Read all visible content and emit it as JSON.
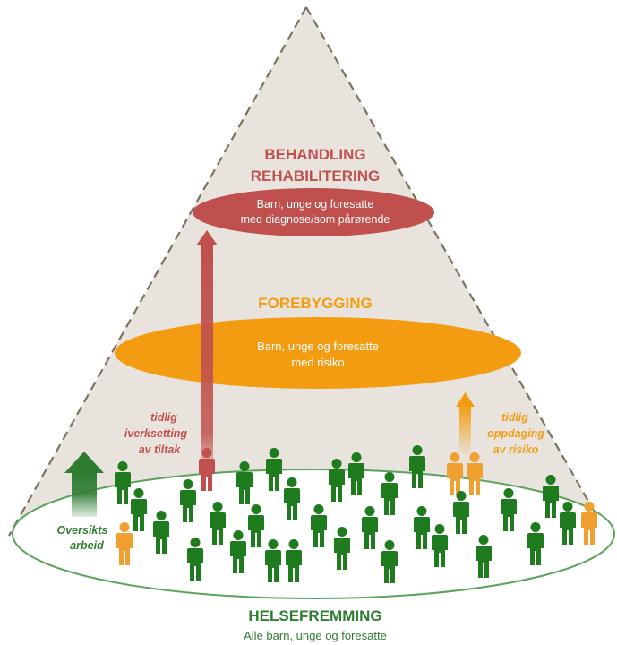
{
  "colors": {
    "pyramid_fill": "#e8e4dd",
    "pyramid_edge": "#7a735f",
    "treatment": "#c0504d",
    "prevention": "#f39c12",
    "promotion": "#2e7d32",
    "person_green": "#1e7b1e",
    "person_orange": "#f0a030",
    "person_red": "#c0504d"
  },
  "levels": {
    "treatment": {
      "heading_line1": "BEHANDLING",
      "heading_line2": "REHABILITERING",
      "ellipse_line1": "Barn, unge og foresatte",
      "ellipse_line2": "med diagnose/som pårørende"
    },
    "prevention": {
      "heading": "FOREBYGGING",
      "ellipse_line1": "Barn, unge og foresatte",
      "ellipse_line2": "med risiko"
    },
    "promotion": {
      "heading": "HELSEFREMMING",
      "subheading": "Alle barn, unge og foresatte"
    }
  },
  "annotations": {
    "early_action": [
      "tidlig",
      "iverksetting",
      "av tiltak"
    ],
    "early_detection": [
      "tidlig",
      "oppdaging",
      "av risiko"
    ],
    "overview": [
      "Oversikts",
      "arbeid"
    ]
  },
  "icons": {
    "person": "person-icon",
    "arrow": "arrow-up-icon"
  }
}
